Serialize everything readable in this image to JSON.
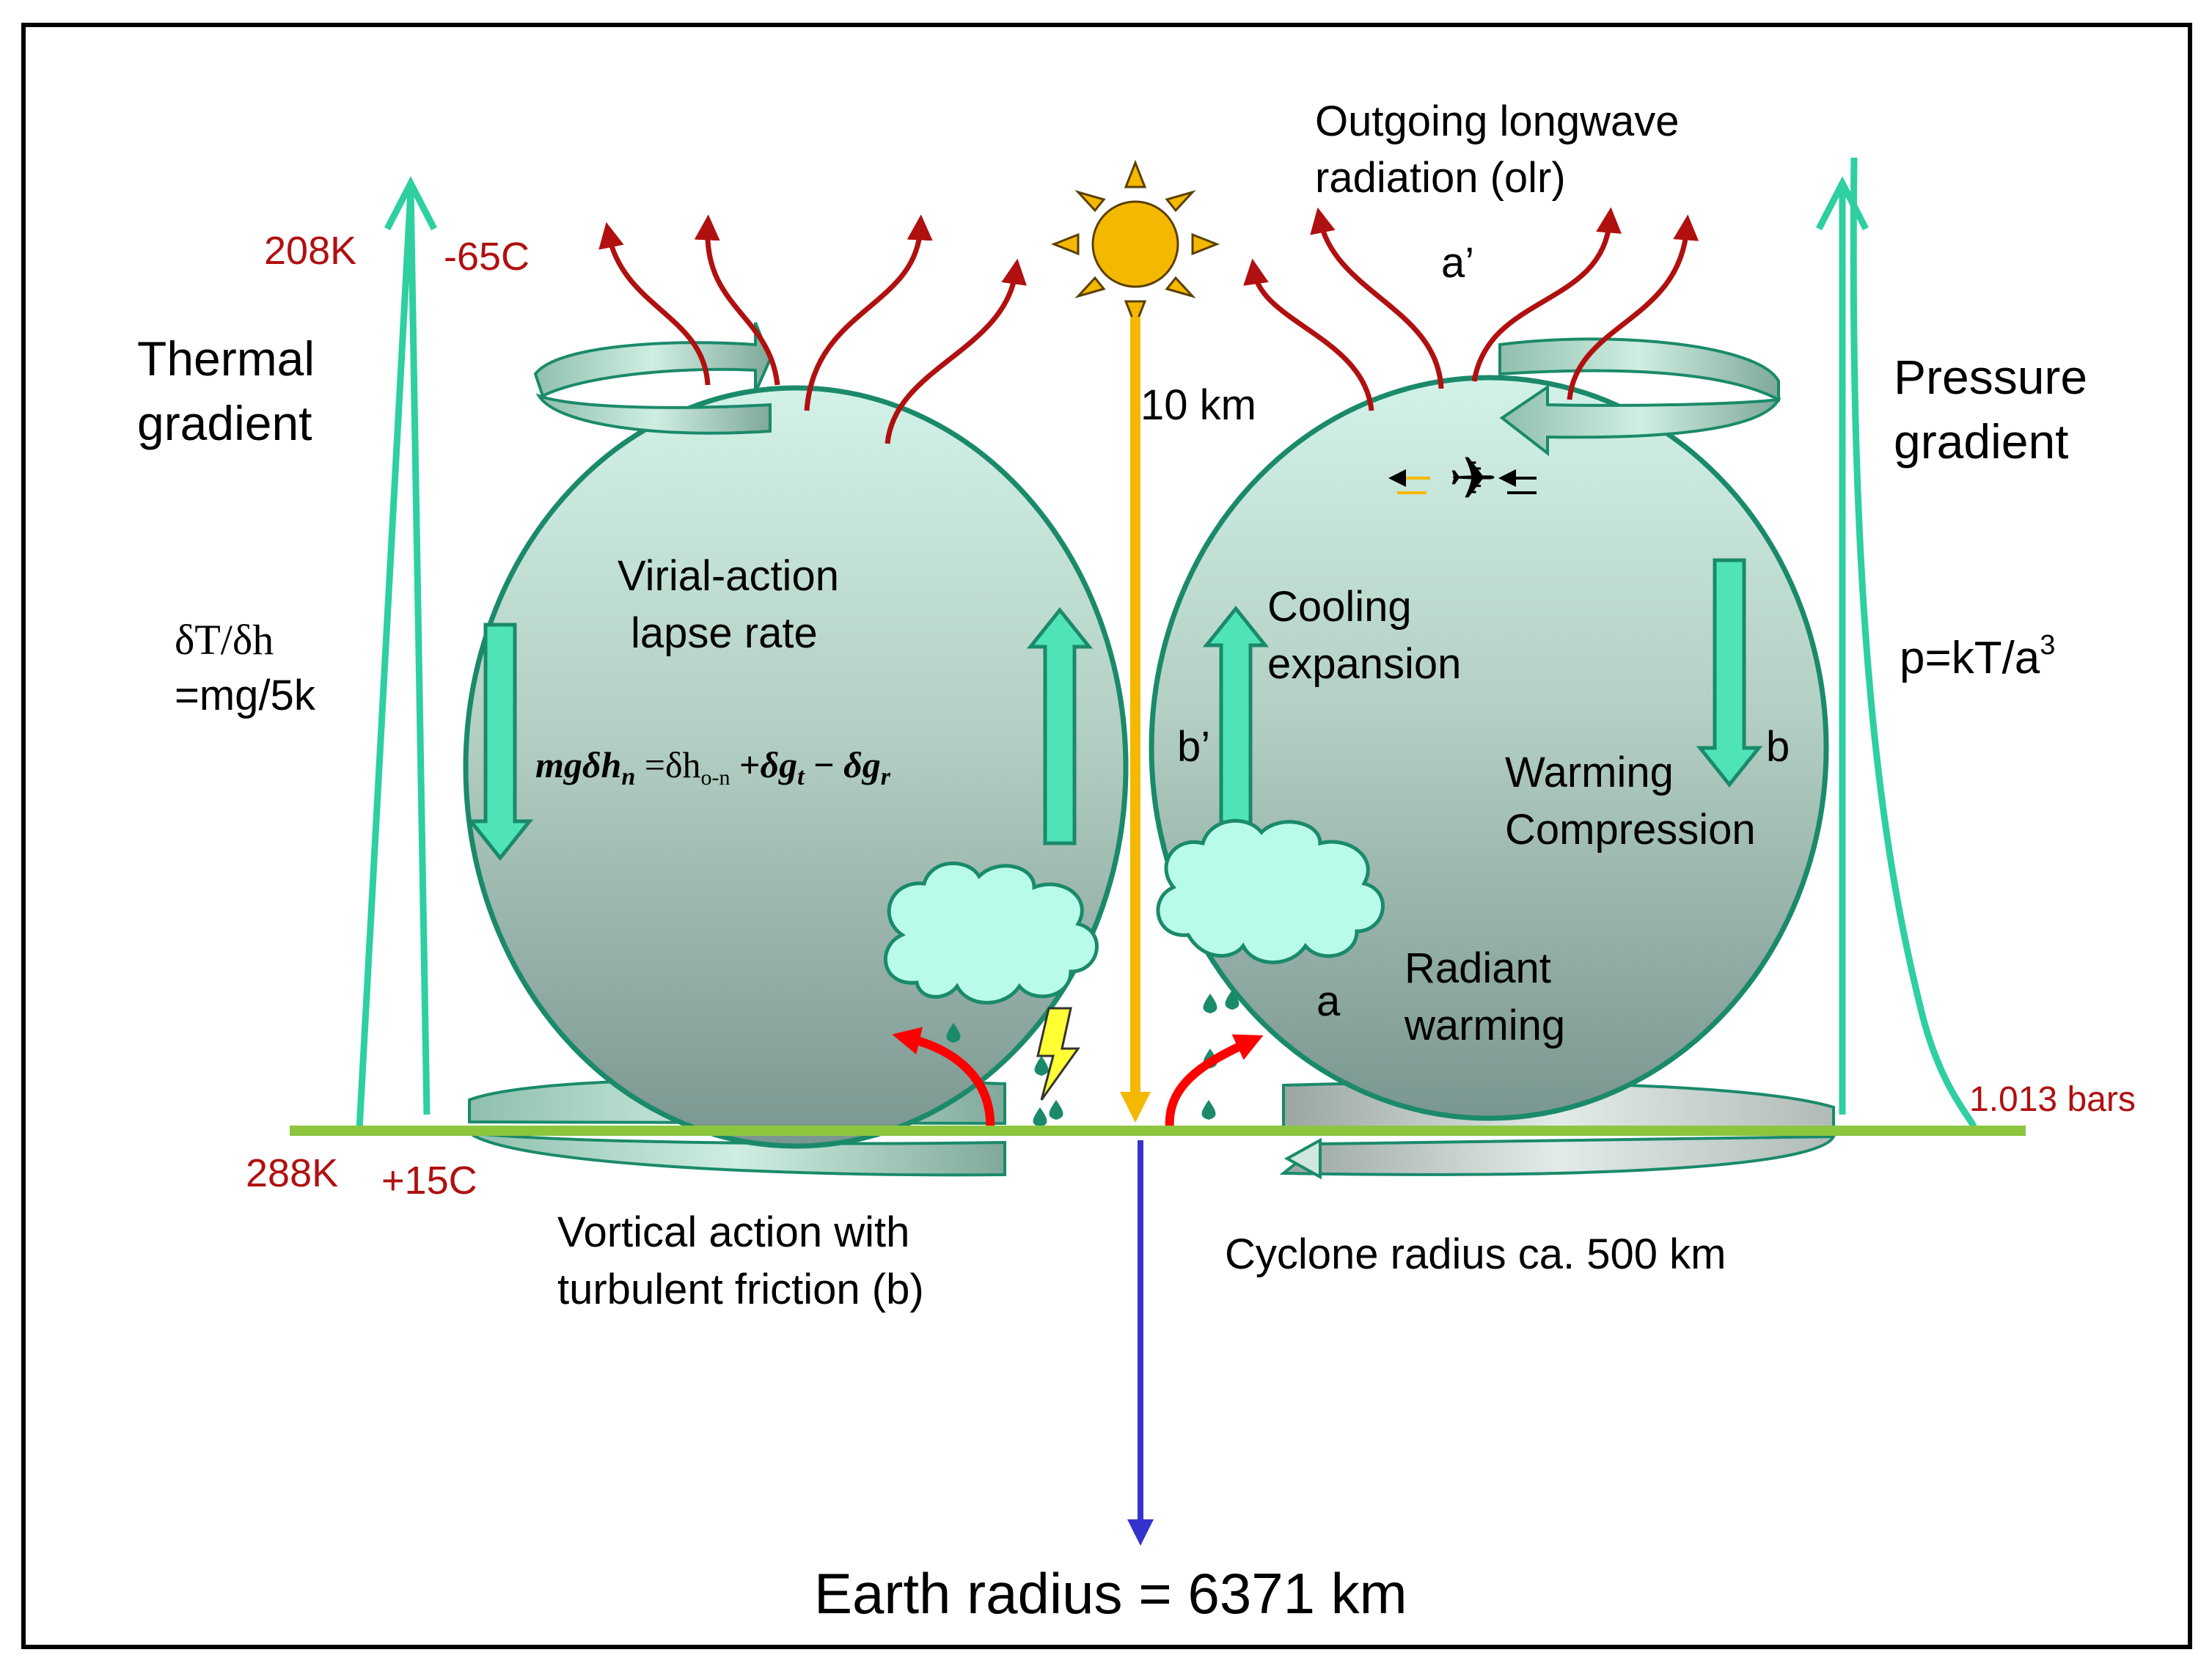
{
  "labels": {
    "olr_line1": "Outgoing longwave",
    "olr_line2": "radiation (olr)",
    "a_prime": "a’",
    "temp_top_k": "208K",
    "temp_top_c": "-65C",
    "thermal_line1": "Thermal",
    "thermal_line2": "gradient",
    "pressure_line1": "Pressure",
    "pressure_line2": "gradient",
    "ten_km": "10 km",
    "virial_line1": "Virial-action",
    "virial_line2": "lapse rate",
    "dt_dh_line1": "δT/δh",
    "dt_dh_line2": "=mg/5k",
    "cooling_line1": "Cooling",
    "cooling_line2": "expansion",
    "b_prime": "b’",
    "b": "b",
    "warming_line1": "Warming",
    "warming_line2": "Compression",
    "p_formula": "p=kT/a",
    "p_formula_sup": "3",
    "radiant_line1": "Radiant",
    "radiant_line2": "warming",
    "a": "a",
    "pressure_bottom": "1.013 bars",
    "temp_bottom_k": "288K",
    "temp_bottom_c": "+15C",
    "vortical_line1": "Vortical action with",
    "vortical_line2": "turbulent friction (b)",
    "cyclone_radius": "Cyclone radius ca. 500 km",
    "earth_radius": "Earth radius = 6371 km"
  },
  "equation": {
    "lhs": "mgδh",
    "lhs_sub": "n",
    "eq": " =",
    "t1": "δh",
    "t1_sub": "o-n",
    "plus": " +",
    "t2": "δg",
    "t2_sub": "t",
    "minus": " − ",
    "t3": "δg",
    "t3_sub": "r"
  },
  "icons": [
    "sun-icon",
    "airplane-icon",
    "cloud-icon",
    "lightning-icon",
    "raindrop-icon"
  ],
  "colors": {
    "dark_red": "#b01010",
    "bright_red": "#ff0000",
    "teal": "#2ecfa0",
    "sphere_outline": "#1a8a6a",
    "ground": "#8cc63f",
    "sun": "#f5b800",
    "earth_arrow": "#3333cc",
    "black": "#000000"
  }
}
